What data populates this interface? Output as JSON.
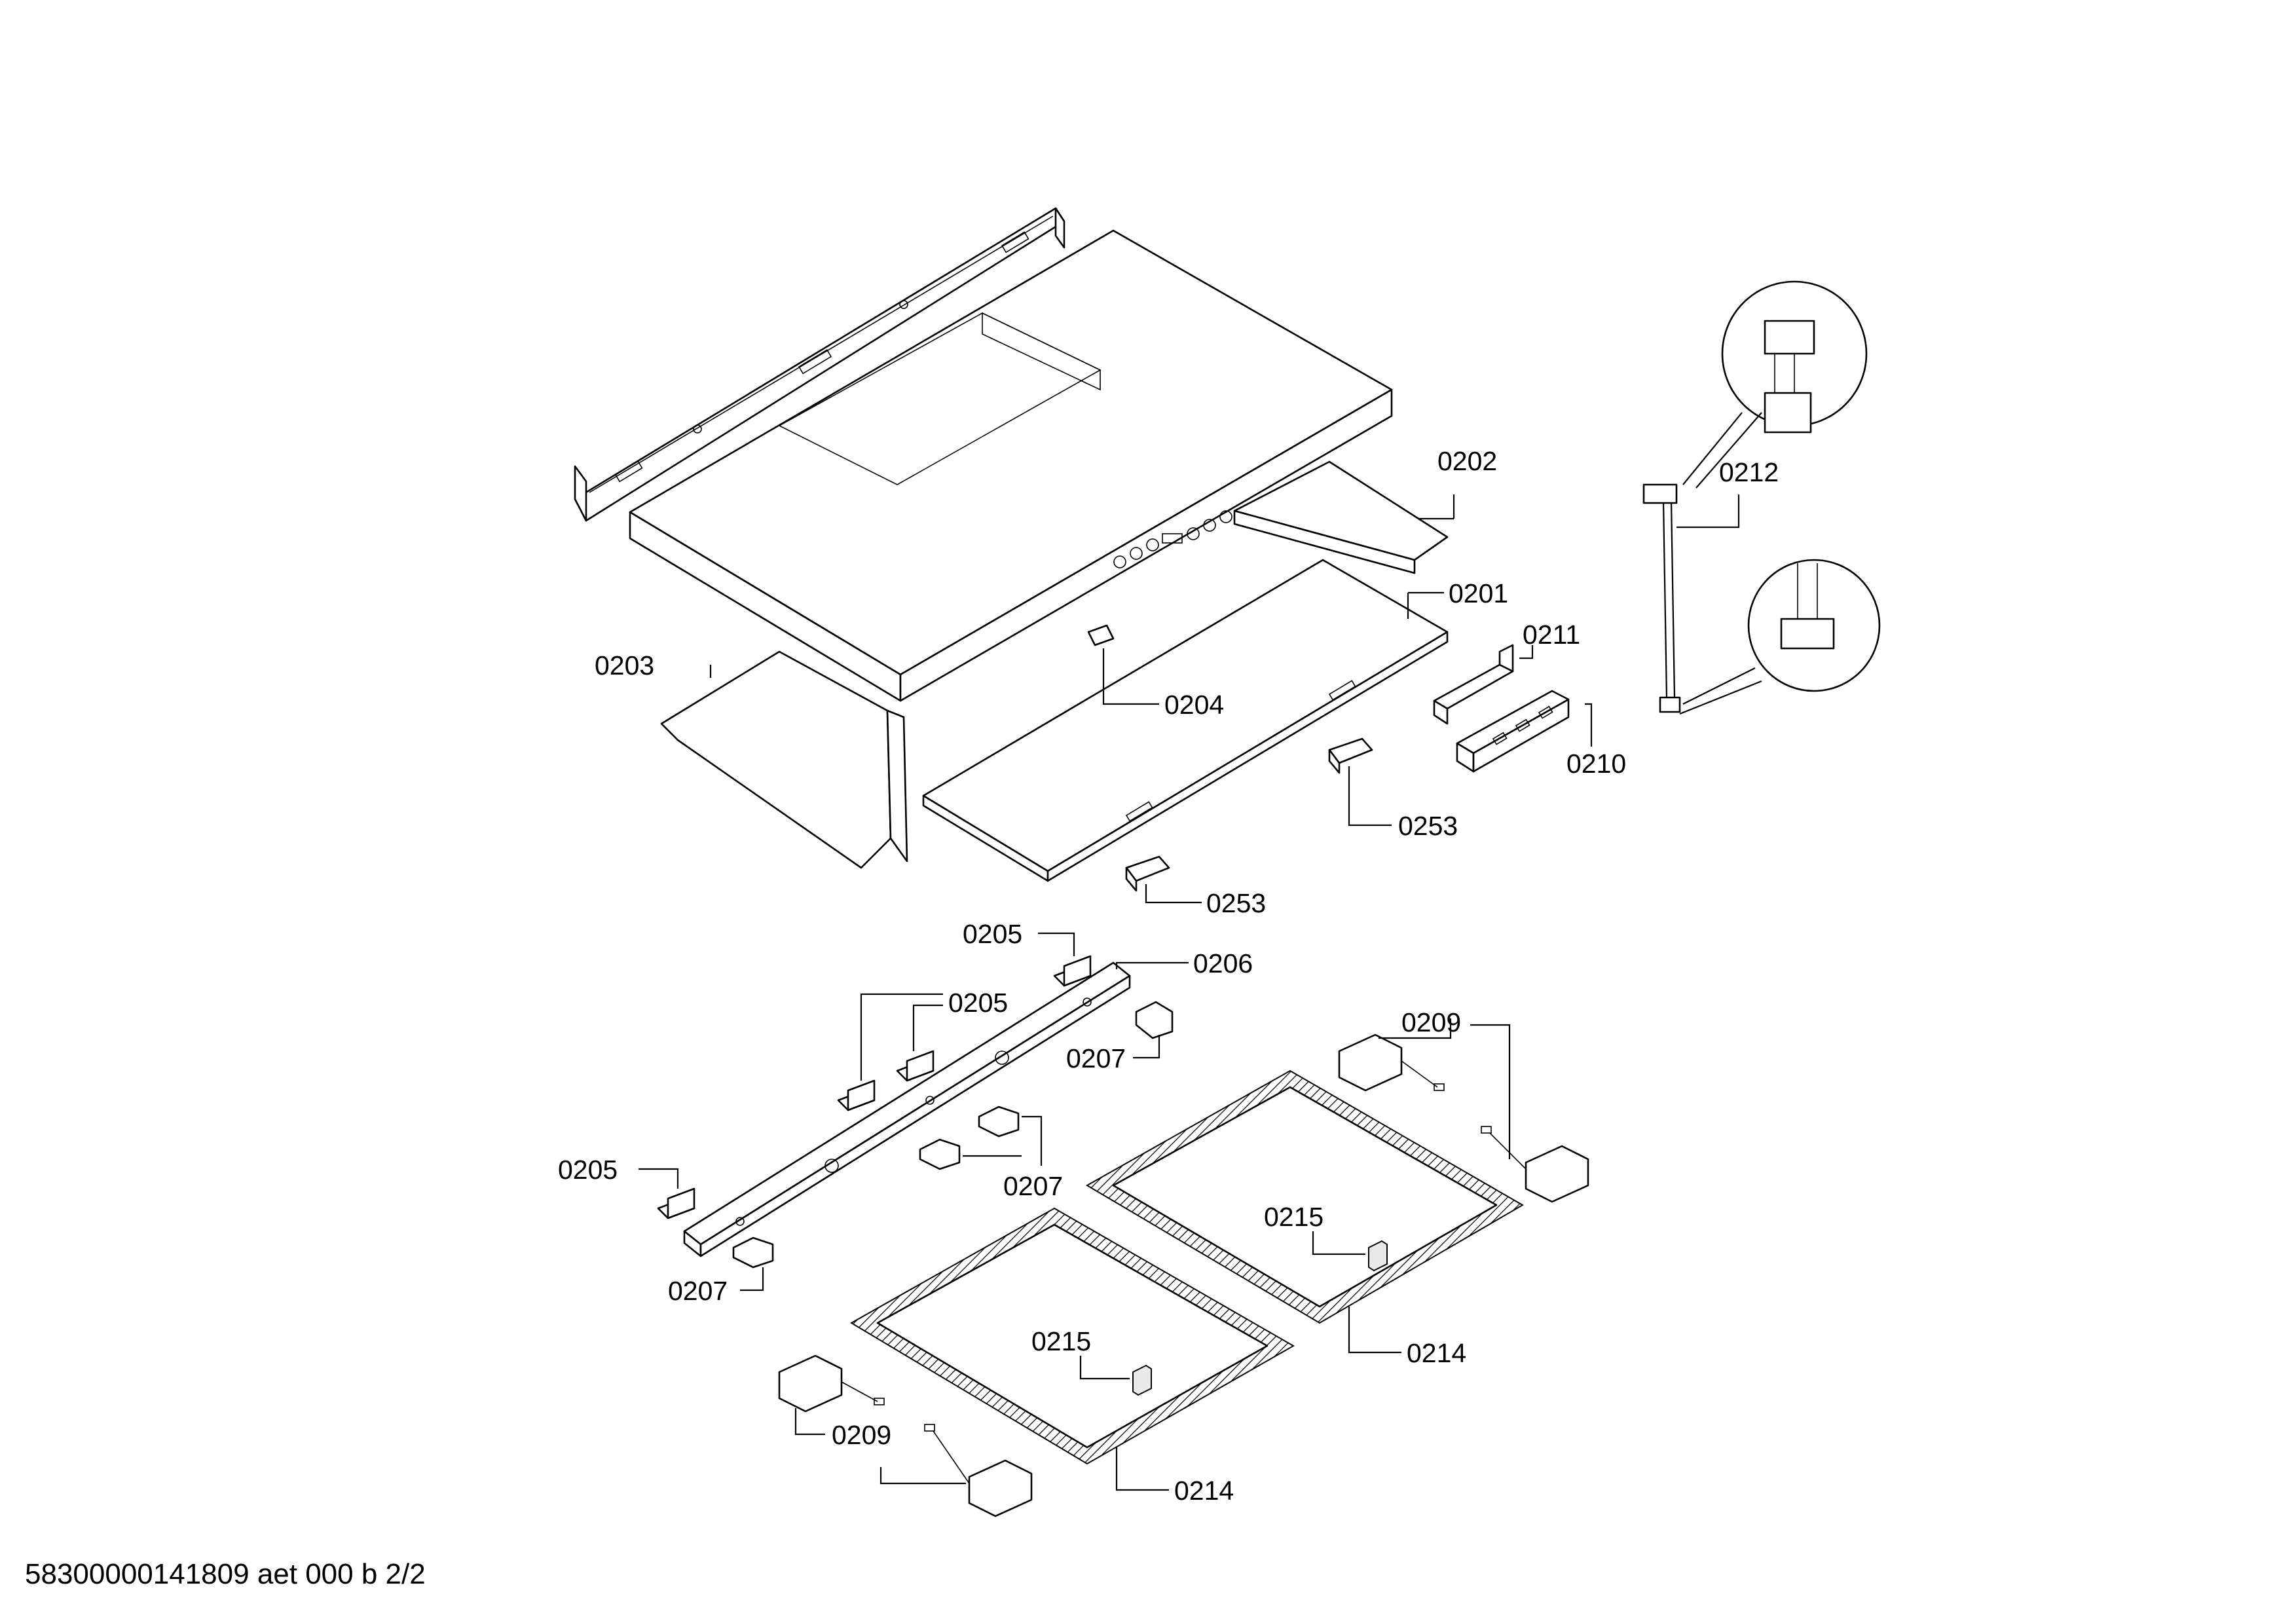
{
  "labels": {
    "l0201": "0201",
    "l0202": "0202",
    "l0203": "0203",
    "l0204": "0204",
    "l0205a": "0205",
    "l0205b": "0205",
    "l0205c": "0205",
    "l0206": "0206",
    "l0207a": "0207",
    "l0207b": "0207",
    "l0207c": "0207",
    "l0209a": "0209",
    "l0209b": "0209",
    "l0210": "0210",
    "l0211": "0211",
    "l0212": "0212",
    "l0214a": "0214",
    "l0214b": "0214",
    "l0215a": "0215",
    "l0215b": "0215",
    "l0253a": "0253",
    "l0253b": "0253"
  },
  "footer": "58300000141809 aet 000 b 2/2"
}
